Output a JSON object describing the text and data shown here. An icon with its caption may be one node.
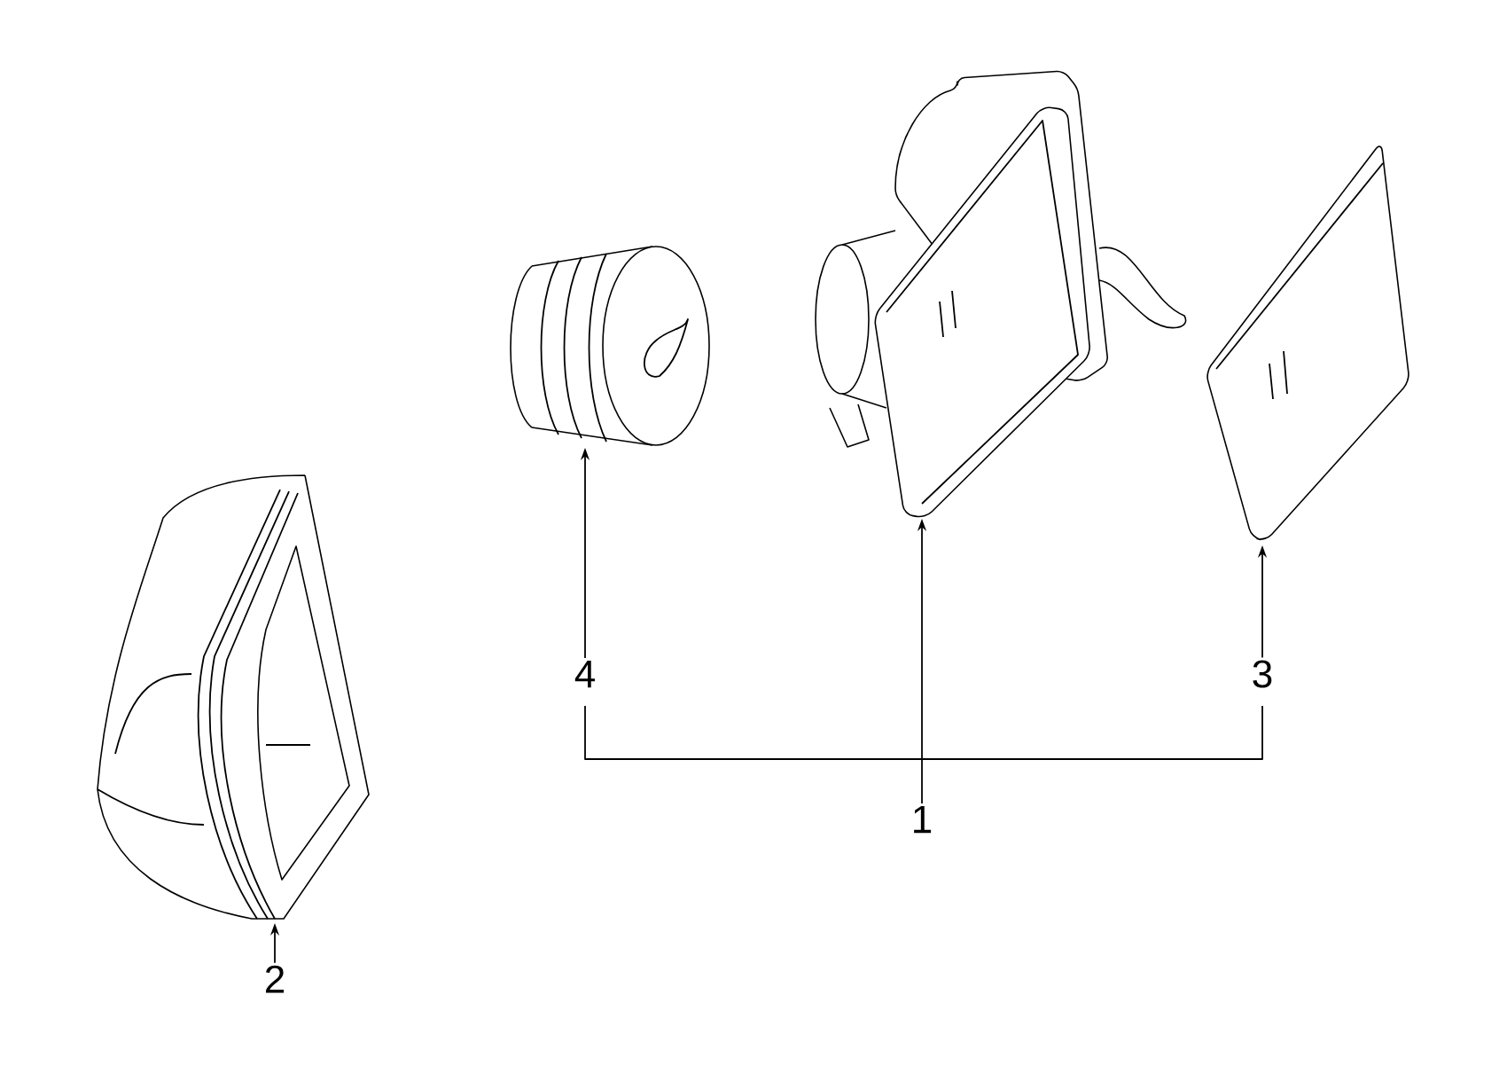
{
  "diagram": {
    "nodes": [
      {
        "text": [],
        "shape": "picture"
      },
      {
        "text": [],
        "shape": "picture"
      },
      {
        "text": [],
        "shape": "picture"
      },
      {
        "text": [],
        "shape": "picture"
      },
      {
        "text": [
          "4"
        ]
      },
      {
        "text": [
          "1"
        ]
      },
      {
        "text": [
          "3"
        ]
      },
      {
        "text": [
          "2"
        ]
      }
    ],
    "edges": [
      {
        "from": 4,
        "to": 0,
        "arrow": "to"
      },
      {
        "from": 5,
        "to": 1,
        "arrow": "to"
      },
      {
        "from": 6,
        "to": 2,
        "arrow": "to"
      },
      {
        "from": 7,
        "to": 3,
        "arrow": "to"
      }
    ]
  }
}
